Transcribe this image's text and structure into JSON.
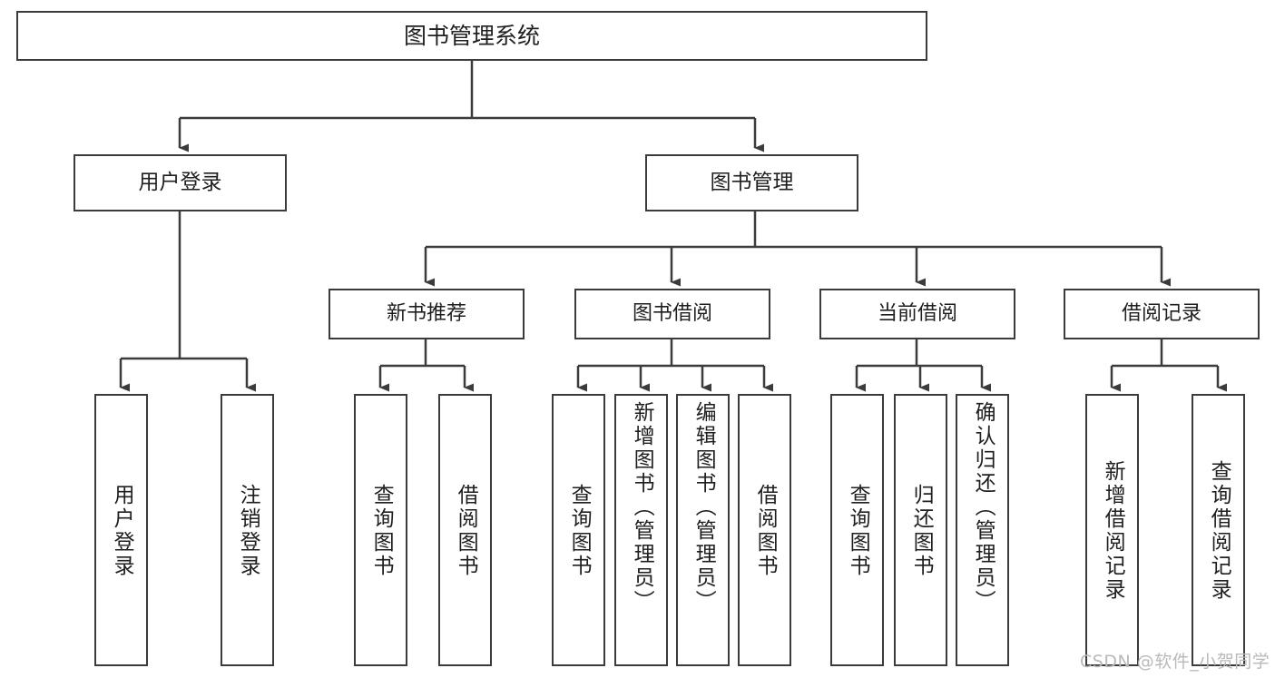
{
  "diagram": {
    "title": "图书管理系统",
    "root": {
      "label": "图书管理系统"
    },
    "level2": [
      {
        "label": "用户登录"
      },
      {
        "label": "图书管理"
      }
    ],
    "level3": [
      {
        "label": "新书推荐"
      },
      {
        "label": "图书借阅"
      },
      {
        "label": "当前借阅"
      },
      {
        "label": "借阅记录"
      }
    ],
    "leaves": [
      {
        "label": "用户登录"
      },
      {
        "label": "注销登录"
      },
      {
        "label": "查询图书"
      },
      {
        "label": "借阅图书"
      },
      {
        "label": "查询图书"
      },
      {
        "label": "新增图书（管理员）"
      },
      {
        "label": "编辑图书（管理员）"
      },
      {
        "label": "借阅图书"
      },
      {
        "label": "查询图书"
      },
      {
        "label": "归还图书"
      },
      {
        "label": "确认归还（管理员）"
      },
      {
        "label": "新增借阅记录"
      },
      {
        "label": "查询借阅记录"
      }
    ]
  },
  "watermark": {
    "text": "CSDN @软件_小贺同学"
  },
  "colors": {
    "stroke": "#3b3b3b",
    "fill": "#ffffff",
    "text": "#1f1f1f",
    "watermark": "#b9b9b9"
  },
  "chart_data": {
    "type": "diagram",
    "title": "图书管理系统 功能结构图",
    "nodes": [
      {
        "id": "root",
        "label": "图书管理系统",
        "level": 1
      },
      {
        "id": "login",
        "label": "用户登录",
        "level": 2
      },
      {
        "id": "bookmgmt",
        "label": "图书管理",
        "level": 2
      },
      {
        "id": "recommend",
        "label": "新书推荐",
        "level": 3
      },
      {
        "id": "borrow",
        "label": "图书借阅",
        "level": 3
      },
      {
        "id": "current",
        "label": "当前借阅",
        "level": 3
      },
      {
        "id": "records",
        "label": "借阅记录",
        "level": 3
      },
      {
        "id": "l1",
        "label": "用户登录",
        "level": 4
      },
      {
        "id": "l2",
        "label": "注销登录",
        "level": 4
      },
      {
        "id": "l3",
        "label": "查询图书",
        "level": 4
      },
      {
        "id": "l4",
        "label": "借阅图书",
        "level": 4
      },
      {
        "id": "l5",
        "label": "查询图书",
        "level": 4
      },
      {
        "id": "l6",
        "label": "新增图书（管理员）",
        "level": 4
      },
      {
        "id": "l7",
        "label": "编辑图书（管理员）",
        "level": 4
      },
      {
        "id": "l8",
        "label": "借阅图书",
        "level": 4
      },
      {
        "id": "l9",
        "label": "查询图书",
        "level": 4
      },
      {
        "id": "l10",
        "label": "归还图书",
        "level": 4
      },
      {
        "id": "l11",
        "label": "确认归还（管理员）",
        "level": 4
      },
      {
        "id": "l12",
        "label": "新增借阅记录",
        "level": 4
      },
      {
        "id": "l13",
        "label": "查询借阅记录",
        "level": 4
      }
    ],
    "edges": [
      [
        "root",
        "login"
      ],
      [
        "root",
        "bookmgmt"
      ],
      [
        "login",
        "l1"
      ],
      [
        "login",
        "l2"
      ],
      [
        "bookmgmt",
        "recommend"
      ],
      [
        "bookmgmt",
        "borrow"
      ],
      [
        "bookmgmt",
        "current"
      ],
      [
        "bookmgmt",
        "records"
      ],
      [
        "recommend",
        "l3"
      ],
      [
        "recommend",
        "l4"
      ],
      [
        "borrow",
        "l5"
      ],
      [
        "borrow",
        "l6"
      ],
      [
        "borrow",
        "l7"
      ],
      [
        "borrow",
        "l8"
      ],
      [
        "current",
        "l9"
      ],
      [
        "current",
        "l10"
      ],
      [
        "current",
        "l11"
      ],
      [
        "records",
        "l12"
      ],
      [
        "records",
        "l13"
      ]
    ]
  }
}
